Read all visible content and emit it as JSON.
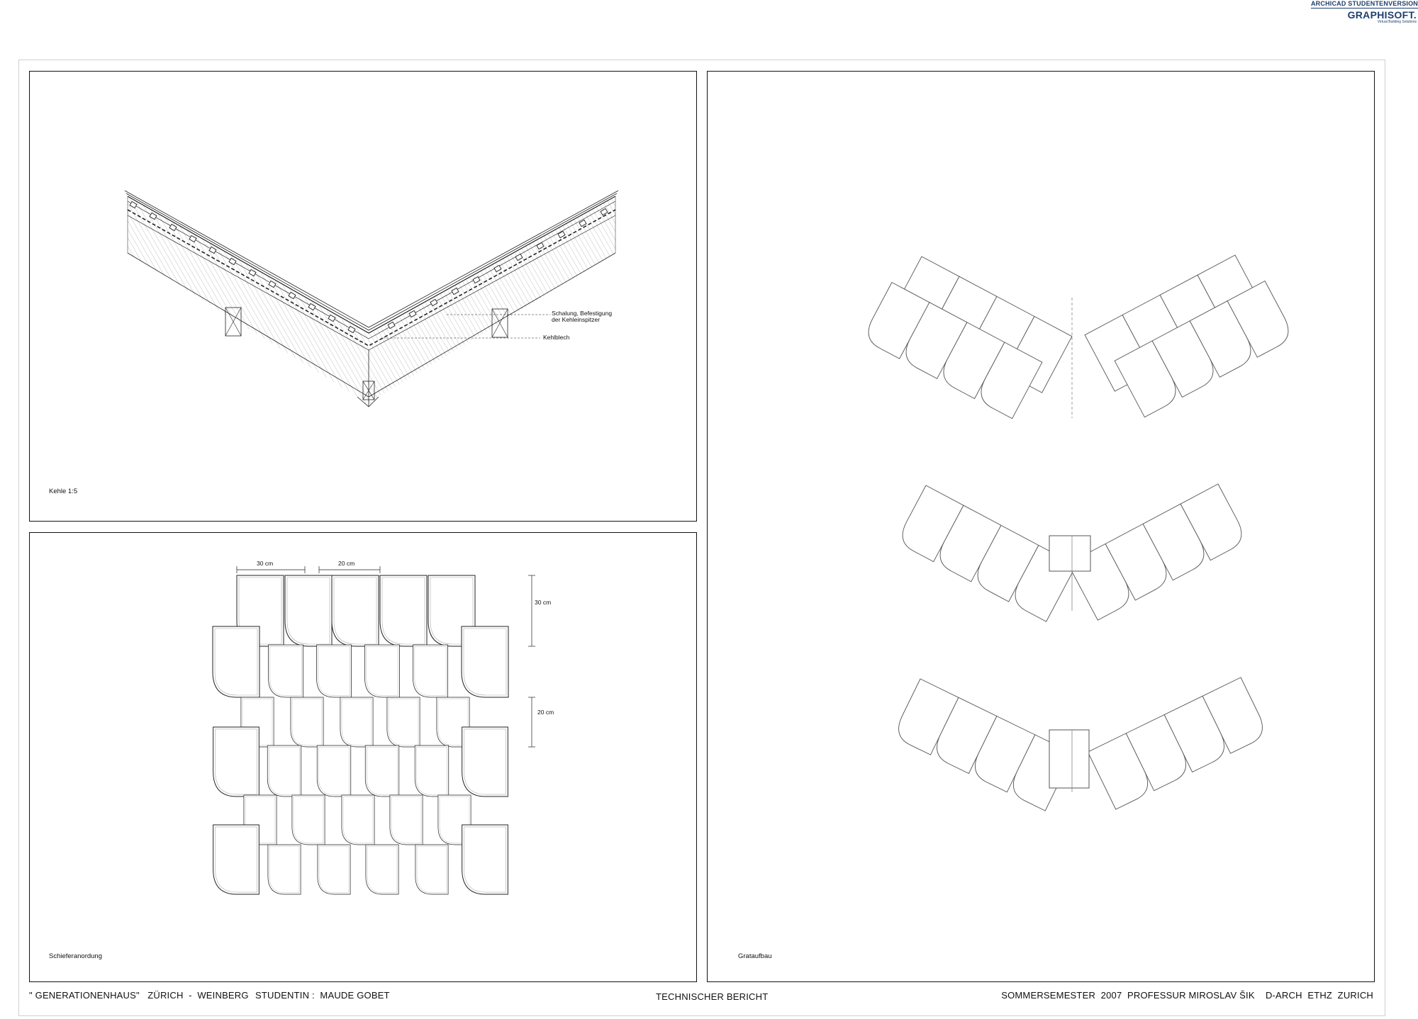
{
  "logo": {
    "line1": "ARCHICAD STUDENTENVERSION",
    "brand": "GRAPHISOFT.",
    "tagline": "Virtual Building Solutions"
  },
  "panels": {
    "kehle": {
      "caption": "Kehle  1:5",
      "annotations": [
        "Schalung, Befestigung",
        "der Kehleinspitzer",
        "Kehlblech"
      ]
    },
    "schiefer": {
      "caption": "Schieferanordung",
      "dimensions": {
        "width_a": "30 cm",
        "width_b": "20 cm",
        "height_a": "30 cm",
        "height_b": "20 cm"
      }
    },
    "grat": {
      "caption": "Grataufbau"
    }
  },
  "footer": {
    "left": "\" GENERATIONENHAUS\"   ZÜRICH  -  WEINBERG",
    "student": "STUDENTIN :  MAUDE GOBET",
    "center": "TECHNISCHER BERICHT",
    "right": "SOMMERSEMESTER  2007  PROFESSUR MIROSLAV ŠIK    D-ARCH  ETHZ  ZURICH"
  },
  "colors": {
    "line": "#222222",
    "logo": "#1d3f6e",
    "sheet_border": "#cfcfcf"
  }
}
